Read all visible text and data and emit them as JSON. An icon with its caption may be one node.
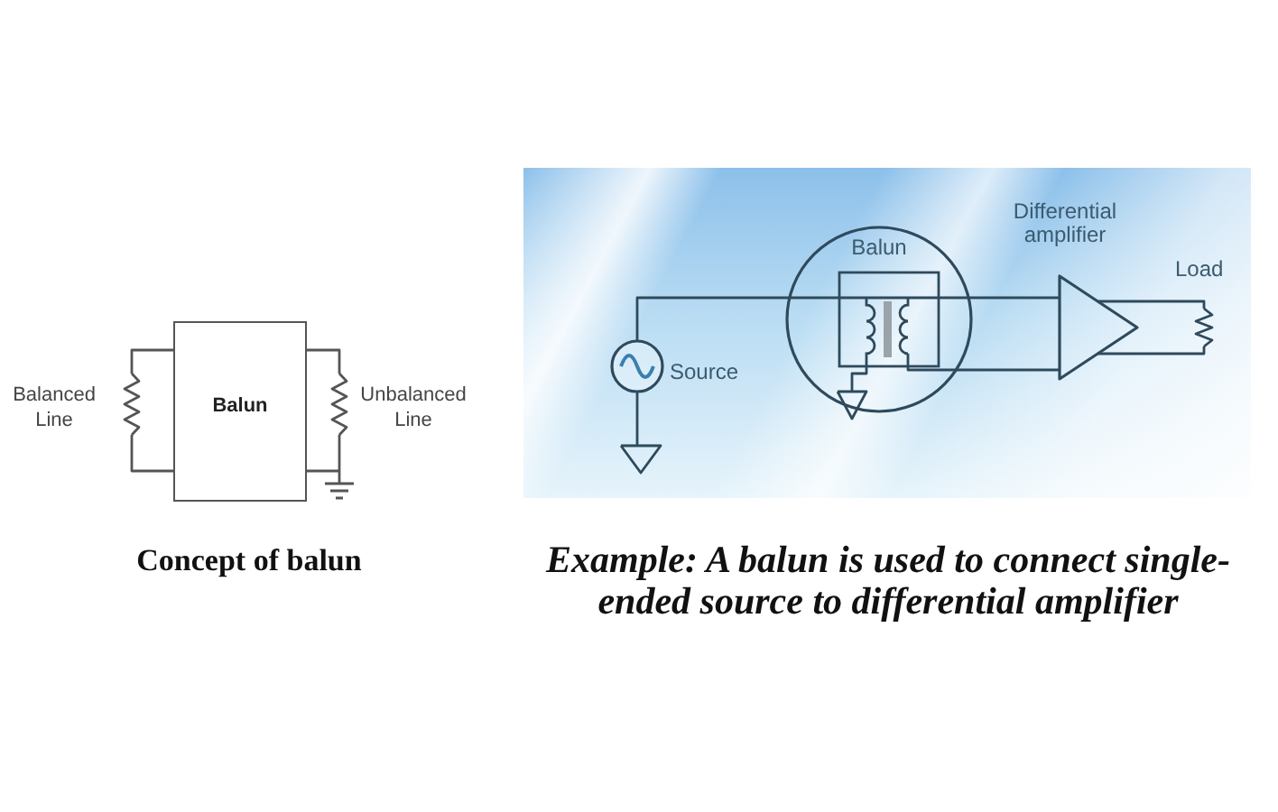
{
  "diagram": {
    "nodes": [
      {
        "text": [
          "Balun"
        ]
      },
      {
        "text": [
          "Balun"
        ]
      }
    ],
    "labels": [
      "Balanced Line",
      "Unbalanced Line",
      "Concept of balun",
      "Source",
      "Differential amplifier",
      "Load",
      "Example: A balun is used to connect single-ended source to differential amplifier"
    ]
  }
}
